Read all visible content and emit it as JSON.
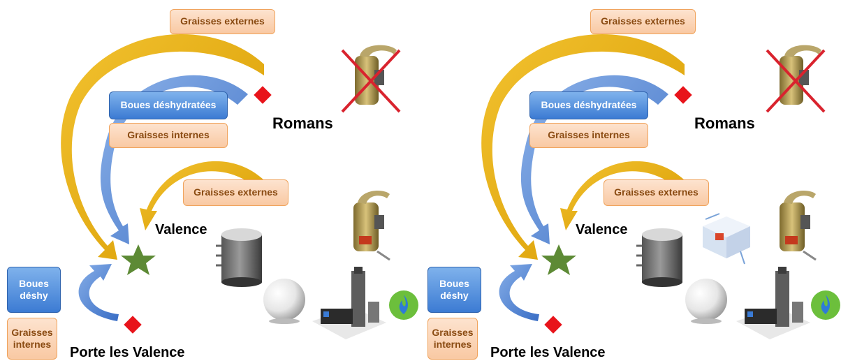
{
  "colors": {
    "grease_arrow": "#e0a800",
    "sludge_arrow": "#3f78cf",
    "orange_box_fill": "#fbd5b5",
    "blue_box_fill": "#4f8ae0",
    "site_diamond": "#e8141b",
    "hub_star": "#5d8a35",
    "biogas_badge": "#6cbf3c",
    "cross": "#d9232e"
  },
  "panels": [
    {
      "variant": "current",
      "labels": {
        "external_grease_top": "Graisses externes",
        "dewatered_sludge": "Boues déshydratées",
        "internal_grease_top": "Graisses internes",
        "external_grease_mid": "Graisses externes",
        "sludge_short": "Boues\ndéshy",
        "internal_grease_bottom": "Graisses\ninternes"
      },
      "places": {
        "romans": "Romans",
        "valence": "Valence",
        "porte": "Porte les Valence"
      },
      "equipment": [
        "incinerator-crossed-icon",
        "digester-tank-icon",
        "gas-holder-sphere-icon",
        "incinerator-icon",
        "cogeneration-plant-icon",
        "biogas-flame-icon"
      ]
    },
    {
      "variant": "future",
      "labels": {
        "external_grease_top": "Graisses externes",
        "dewatered_sludge": "Boues déshydratées",
        "internal_grease_top": "Graisses internes",
        "external_grease_mid": "Graisses externes",
        "sludge_short": "Boues\ndéshy",
        "internal_grease_bottom": "Graisses\ninternes"
      },
      "places": {
        "romans": "Romans",
        "valence": "Valence",
        "porte": "Porte les Valence"
      },
      "equipment": [
        "incinerator-crossed-icon",
        "digester-tank-icon",
        "gas-holder-sphere-icon",
        "dryer-unit-icon",
        "incinerator-icon",
        "cogeneration-plant-icon",
        "biogas-flame-icon"
      ]
    }
  ]
}
